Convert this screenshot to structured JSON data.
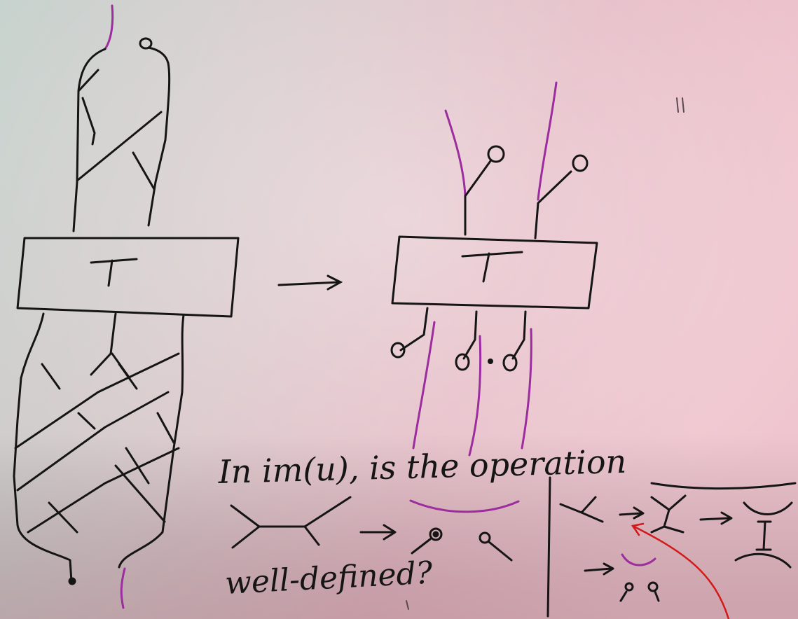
{
  "photo": {
    "subject": "whiteboard",
    "colors": {
      "ink": "#151515",
      "magenta": "#9b2d9f",
      "red": "#d21a1a",
      "board_left": "#c9d4cf",
      "board_right": "#e8b7c3"
    }
  },
  "left_diagram": {
    "box_label": "T"
  },
  "right_diagram": {
    "box_label": "T"
  },
  "question": {
    "line1": "In im(u), is the operation",
    "line2": "well-defined?"
  }
}
